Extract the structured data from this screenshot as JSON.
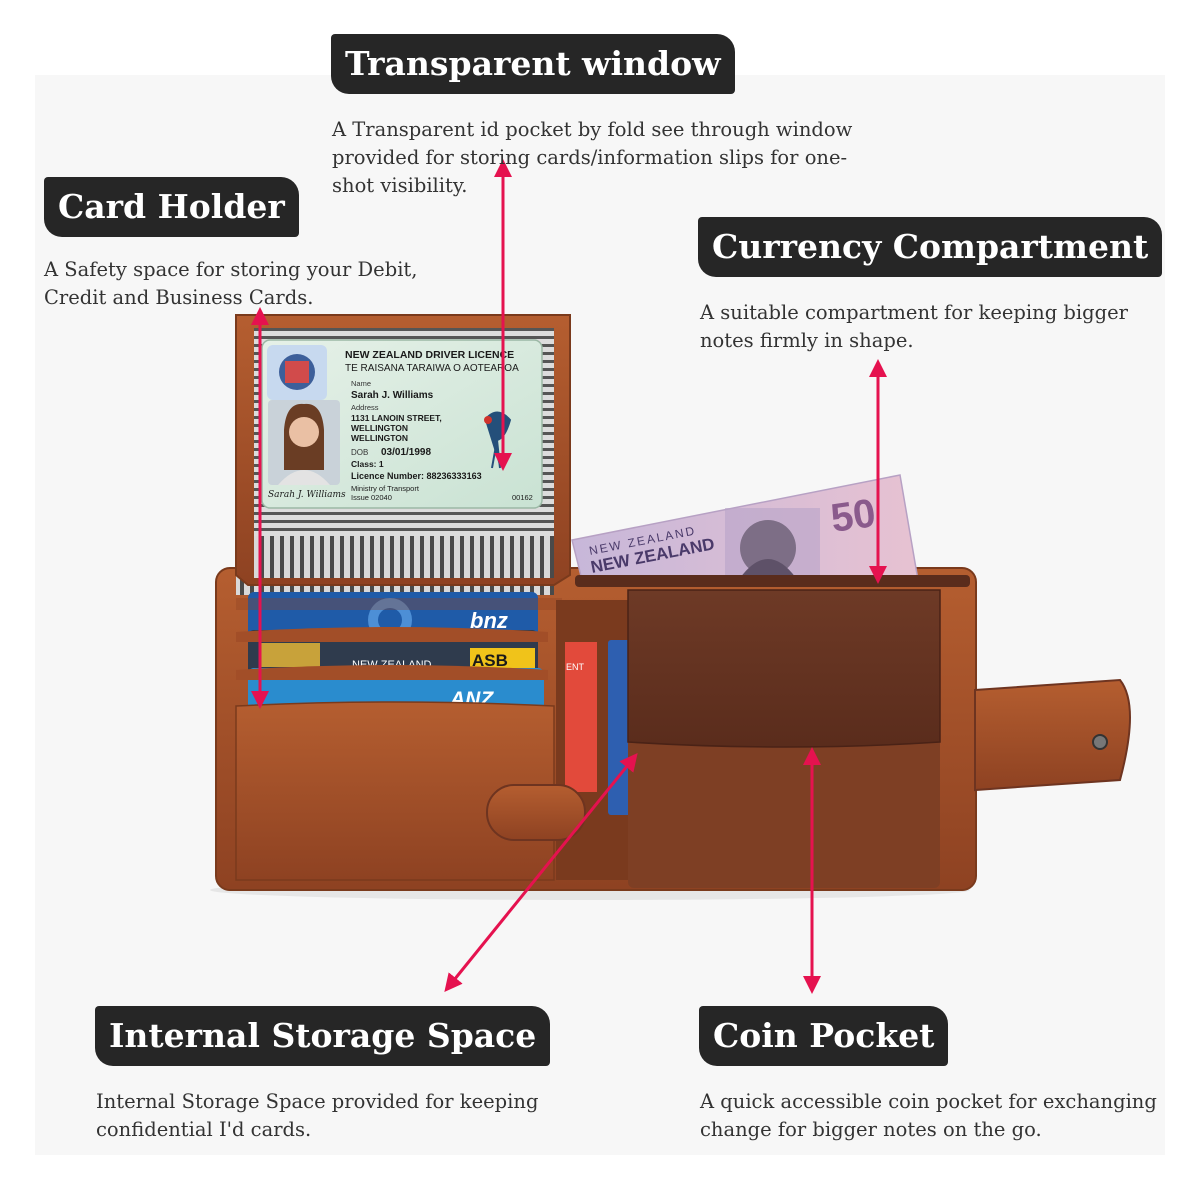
{
  "features": {
    "transparent_window": {
      "title": "Transparent window",
      "lines": [
        "A Transparent id pocket by fold see through window",
        "provided for storing cards/information slips for one-",
        "shot visibility."
      ]
    },
    "card_holder": {
      "title": "Card Holder",
      "lines": [
        "A Safety space for storing your Debit,",
        "Credit and Business Cards."
      ]
    },
    "currency_compartment": {
      "title": "Currency Compartment",
      "lines": [
        "A suitable compartment for keeping bigger",
        "notes firmly in shape."
      ]
    },
    "internal_storage": {
      "title": "Internal Storage Space",
      "lines": [
        "Internal Storage Space provided for keeping",
        "confidential I'd cards."
      ]
    },
    "coin_pocket": {
      "title": "Coin Pocket",
      "lines": [
        "A quick accessible coin pocket for exchanging",
        "change for bigger notes on the go."
      ]
    }
  },
  "licence": {
    "heading": "NEW ZEALAND DRIVER LICENCE",
    "subheading": "TE RAISANA TARAIWA O AOTEAROA",
    "name_label": "Name",
    "name": "Sarah J. Williams",
    "address_label": "Address",
    "address_lines": [
      "1131 LANOIN STREET,",
      "WELLINGTON",
      "WELLINGTON"
    ],
    "dob_label": "DOB",
    "dob": "03/01/1998",
    "class": "Class: 1",
    "licence_number": "Licence Number: 88236333163",
    "ministry": "Ministry of Transport",
    "issue": "Issue 02040",
    "code": "00162",
    "signature": "Sarah J. Williams"
  },
  "banknote": {
    "line1": "NEW ZEALAND",
    "line2": "NEW ZEALAND",
    "value": "50"
  },
  "cards": {
    "bnz": "bnz",
    "asb_country": "NEW ZEALAND",
    "asb": "ASB",
    "anz": "ANZ",
    "inner_card": "ENT"
  },
  "colors": {
    "label_bg": "#262626",
    "arrow": "#e5124f",
    "leather": "#a9532a",
    "leather_dark": "#6b3320"
  }
}
